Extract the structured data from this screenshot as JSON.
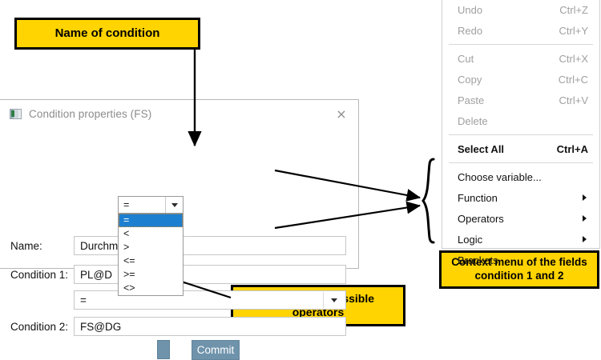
{
  "callouts": {
    "name_of_condition": "Name of condition",
    "selection_of_operators": "Selection of possible\noperators",
    "selection_of_operators_line1": "Selection of possible",
    "selection_of_operators_line2": "operators",
    "context_menu_line1": "Context menu  of the fields",
    "context_menu_line2": "condition 1 and 2"
  },
  "dialog": {
    "title": "Condition properties (FS)",
    "close_label": "×",
    "icon": "window-icon",
    "fields": {
      "name_label": "Name:",
      "name_value": "Durchmesser",
      "condition1_label": "Condition 1:",
      "condition1_value": "PL@D",
      "operator_label": "",
      "operator_value": "=",
      "condition2_label": "Condition 2:",
      "condition2_value": "FS@DG"
    },
    "operator_dropdown": {
      "selected": "=",
      "options": [
        "=",
        "<",
        ">",
        "<=",
        ">=",
        "<>"
      ]
    },
    "buttons": {
      "commit": "Commit"
    }
  },
  "context_menu": {
    "groups": [
      {
        "items": [
          {
            "label": "Undo",
            "accel": "Ctrl+Z",
            "state": "disabled",
            "submenu": false
          },
          {
            "label": "Redo",
            "accel": "Ctrl+Y",
            "state": "disabled",
            "submenu": false
          }
        ]
      },
      {
        "items": [
          {
            "label": "Cut",
            "accel": "Ctrl+X",
            "state": "disabled",
            "submenu": false
          },
          {
            "label": "Copy",
            "accel": "Ctrl+C",
            "state": "disabled",
            "submenu": false
          },
          {
            "label": "Paste",
            "accel": "Ctrl+V",
            "state": "disabled",
            "submenu": false
          },
          {
            "label": "Delete",
            "accel": "",
            "state": "disabled",
            "submenu": false
          }
        ]
      },
      {
        "items": [
          {
            "label": "Select All",
            "accel": "Ctrl+A",
            "state": "enabled",
            "submenu": false,
            "bold": true
          }
        ]
      },
      {
        "items": [
          {
            "label": "Choose variable...",
            "accel": "",
            "state": "enabled",
            "submenu": false
          },
          {
            "label": "Function",
            "accel": "",
            "state": "enabled",
            "submenu": true
          },
          {
            "label": "Operators",
            "accel": "",
            "state": "enabled",
            "submenu": true
          },
          {
            "label": "Logic",
            "accel": "",
            "state": "enabled",
            "submenu": true
          },
          {
            "label": "Brackets",
            "accel": "",
            "state": "enabled",
            "submenu": false
          }
        ]
      }
    ]
  },
  "colors": {
    "callout_yellow": "#FFD400",
    "callout_border": "#000000",
    "selection_blue": "#1d7fd0",
    "button_blue": "#6f93ab",
    "disabled_text": "#a0a0a0"
  }
}
